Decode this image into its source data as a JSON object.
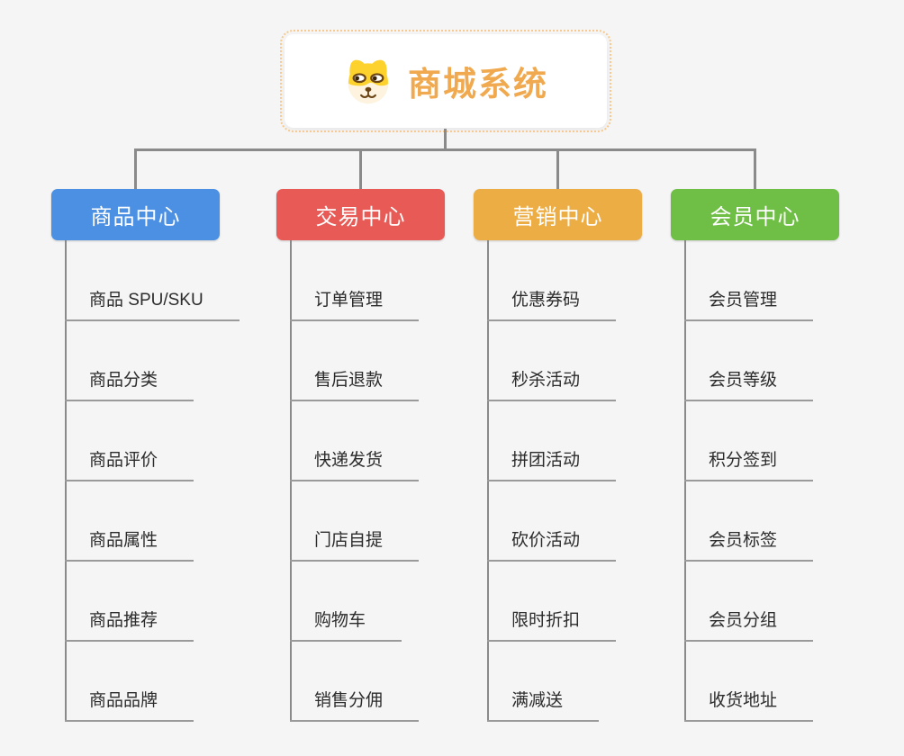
{
  "root": {
    "title": "商城系统",
    "icon": "dog-icon"
  },
  "branches": [
    {
      "label": "商品中心",
      "color": "#4b90e3",
      "items": [
        "商品 SPU/SKU",
        "商品分类",
        "商品评价",
        "商品属性",
        "商品推荐",
        "商品品牌"
      ]
    },
    {
      "label": "交易中心",
      "color": "#e85a56",
      "items": [
        "订单管理",
        "售后退款",
        "快递发货",
        "门店自提",
        "购物车",
        "销售分佣"
      ]
    },
    {
      "label": "营销中心",
      "color": "#edad45",
      "items": [
        "优惠券码",
        "秒杀活动",
        "拼团活动",
        "砍价活动",
        "限时折扣",
        "满减送"
      ]
    },
    {
      "label": "会员中心",
      "color": "#6fbe45",
      "items": [
        "会员管理",
        "会员等级",
        "积分签到",
        "会员标签",
        "会员分组",
        "收货地址"
      ]
    }
  ],
  "colors": {
    "background": "#f5f5f6",
    "connector": "#8a8a8a",
    "leaf_underline": "#9a9a9a",
    "leaf_text": "#2b2b2b",
    "root_text": "#f0a94e",
    "root_border_dotted": "#f7c98c",
    "root_fill": "#ffffff",
    "branch_text": "#ffffff"
  }
}
